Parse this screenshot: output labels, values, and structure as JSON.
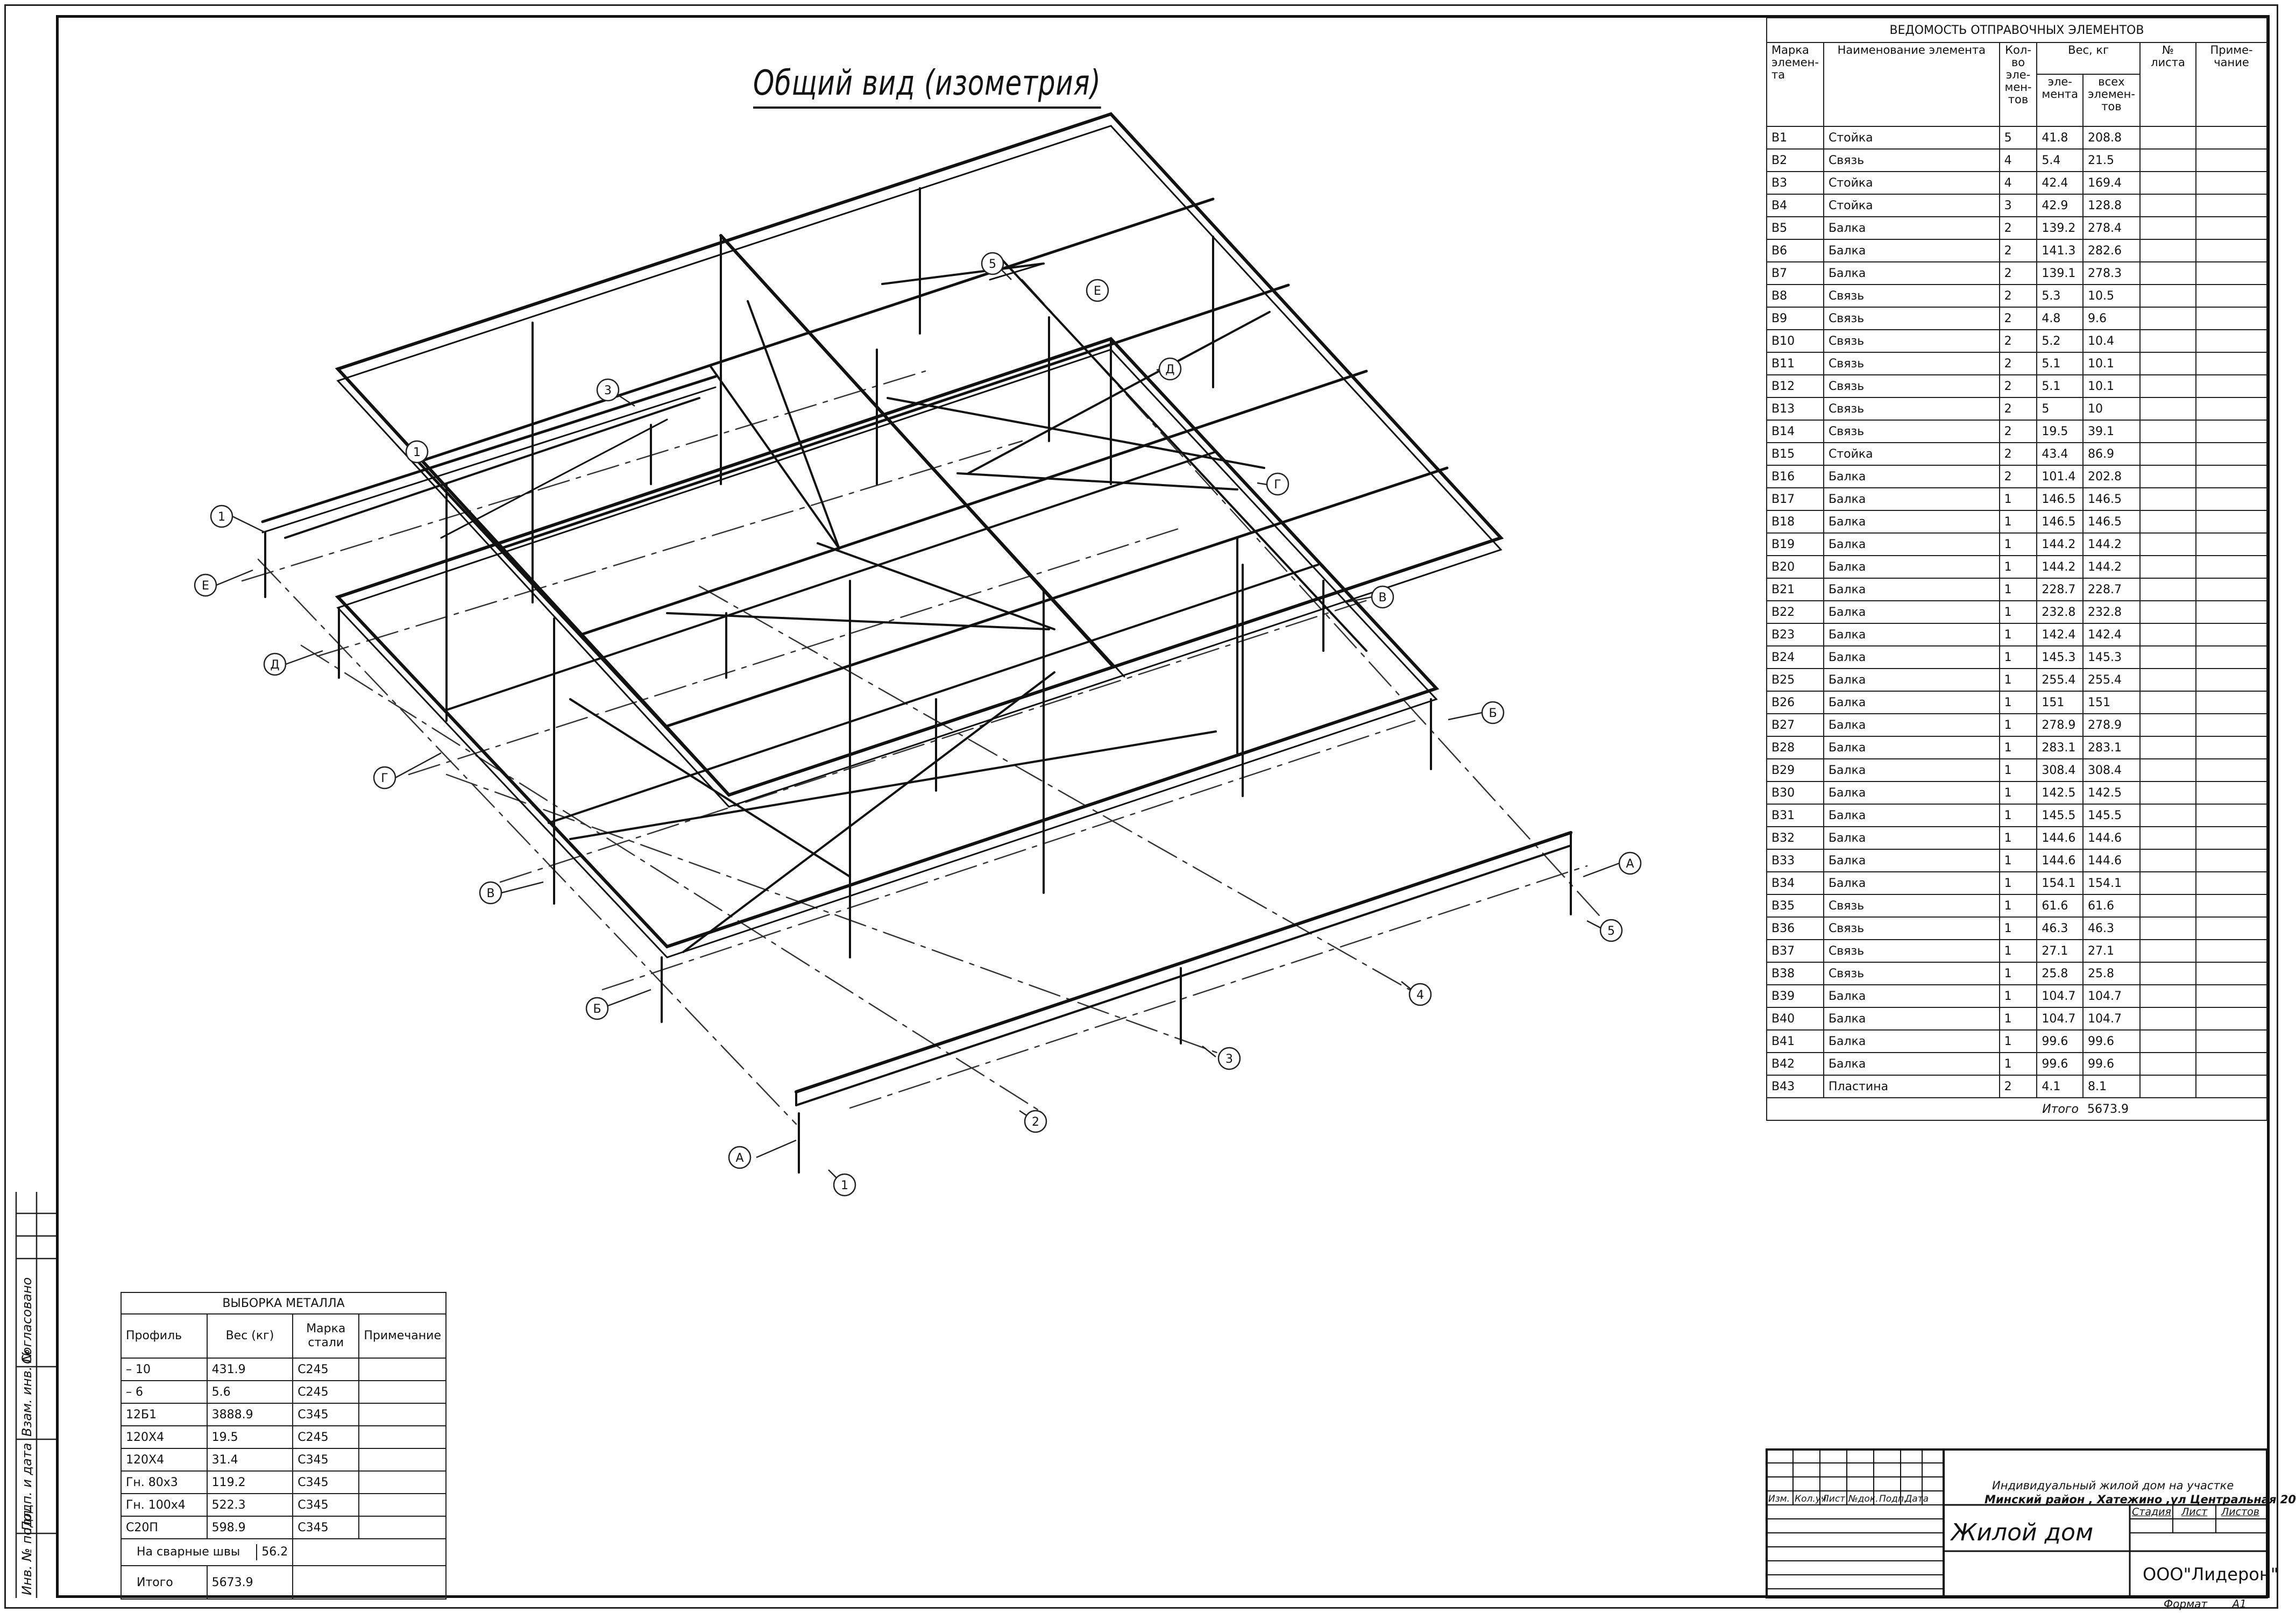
{
  "drawing_title": "Общий вид (изометрия)",
  "axis_labels": {
    "letters": [
      "А",
      "Б",
      "В",
      "Г",
      "Д",
      "Е"
    ],
    "numbers": [
      "1",
      "2",
      "3",
      "4",
      "5"
    ],
    "mark_a_right": "А",
    "mark_b_right": "Б",
    "mark_v_right": "В",
    "mark_g_inner": "Г",
    "mark_d_inner": "Д",
    "mark_e_inner": "Е",
    "mark_5_top": "5",
    "mark_3_top": "3",
    "mark_1_top": "1"
  },
  "spec_table": {
    "caption": "ВЕДОМОСТЬ ОТПРАВОЧНЫХ ЭЛЕМЕНТОВ",
    "headers": {
      "mark": "Марка элемен- та",
      "name": "Наименование элемента",
      "qty": "Кол-во эле- мен- тов",
      "weight": "Вес, кг",
      "weight_el": "эле- мента",
      "weight_all": "всех элемен- тов",
      "sheet": "№ листа",
      "note": "Приме- чание"
    },
    "rows": [
      [
        "В1",
        "Стойка",
        "5",
        "41.8",
        "208.8"
      ],
      [
        "В2",
        "Связь",
        "4",
        "5.4",
        "21.5"
      ],
      [
        "В3",
        "Стойка",
        "4",
        "42.4",
        "169.4"
      ],
      [
        "В4",
        "Стойка",
        "3",
        "42.9",
        "128.8"
      ],
      [
        "В5",
        "Балка",
        "2",
        "139.2",
        "278.4"
      ],
      [
        "В6",
        "Балка",
        "2",
        "141.3",
        "282.6"
      ],
      [
        "В7",
        "Балка",
        "2",
        "139.1",
        "278.3"
      ],
      [
        "В8",
        "Связь",
        "2",
        "5.3",
        "10.5"
      ],
      [
        "В9",
        "Связь",
        "2",
        "4.8",
        "9.6"
      ],
      [
        "В10",
        "Связь",
        "2",
        "5.2",
        "10.4"
      ],
      [
        "В11",
        "Связь",
        "2",
        "5.1",
        "10.1"
      ],
      [
        "В12",
        "Связь",
        "2",
        "5.1",
        "10.1"
      ],
      [
        "В13",
        "Связь",
        "2",
        "5",
        "10"
      ],
      [
        "В14",
        "Связь",
        "2",
        "19.5",
        "39.1"
      ],
      [
        "В15",
        "Стойка",
        "2",
        "43.4",
        "86.9"
      ],
      [
        "В16",
        "Балка",
        "2",
        "101.4",
        "202.8"
      ],
      [
        "В17",
        "Балка",
        "1",
        "146.5",
        "146.5"
      ],
      [
        "В18",
        "Балка",
        "1",
        "146.5",
        "146.5"
      ],
      [
        "В19",
        "Балка",
        "1",
        "144.2",
        "144.2"
      ],
      [
        "В20",
        "Балка",
        "1",
        "144.2",
        "144.2"
      ],
      [
        "В21",
        "Балка",
        "1",
        "228.7",
        "228.7"
      ],
      [
        "В22",
        "Балка",
        "1",
        "232.8",
        "232.8"
      ],
      [
        "В23",
        "Балка",
        "1",
        "142.4",
        "142.4"
      ],
      [
        "В24",
        "Балка",
        "1",
        "145.3",
        "145.3"
      ],
      [
        "В25",
        "Балка",
        "1",
        "255.4",
        "255.4"
      ],
      [
        "В26",
        "Балка",
        "1",
        "151",
        "151"
      ],
      [
        "В27",
        "Балка",
        "1",
        "278.9",
        "278.9"
      ],
      [
        "В28",
        "Балка",
        "1",
        "283.1",
        "283.1"
      ],
      [
        "В29",
        "Балка",
        "1",
        "308.4",
        "308.4"
      ],
      [
        "В30",
        "Балка",
        "1",
        "142.5",
        "142.5"
      ],
      [
        "В31",
        "Балка",
        "1",
        "145.5",
        "145.5"
      ],
      [
        "В32",
        "Балка",
        "1",
        "144.6",
        "144.6"
      ],
      [
        "В33",
        "Балка",
        "1",
        "144.6",
        "144.6"
      ],
      [
        "В34",
        "Балка",
        "1",
        "154.1",
        "154.1"
      ],
      [
        "В35",
        "Связь",
        "1",
        "61.6",
        "61.6"
      ],
      [
        "В36",
        "Связь",
        "1",
        "46.3",
        "46.3"
      ],
      [
        "В37",
        "Связь",
        "1",
        "27.1",
        "27.1"
      ],
      [
        "В38",
        "Связь",
        "1",
        "25.8",
        "25.8"
      ],
      [
        "В39",
        "Балка",
        "1",
        "104.7",
        "104.7"
      ],
      [
        "В40",
        "Балка",
        "1",
        "104.7",
        "104.7"
      ],
      [
        "В41",
        "Балка",
        "1",
        "99.6",
        "99.6"
      ],
      [
        "В42",
        "Балка",
        "1",
        "99.6",
        "99.6"
      ],
      [
        "В43",
        "Пластина",
        "2",
        "4.1",
        "8.1"
      ]
    ],
    "total_label": "Итого",
    "total_value": "5673.9"
  },
  "metal_table": {
    "caption": "ВЫБОРКА МЕТАЛЛА",
    "headers": {
      "profile": "Профиль",
      "weight": "Вес (кг)",
      "steel": "Марка стали",
      "note": "Примечание"
    },
    "rows": [
      [
        "– 10",
        "431.9",
        "С245"
      ],
      [
        "– 6",
        "5.6",
        "С245"
      ],
      [
        "12Б1",
        "3888.9",
        "С345"
      ],
      [
        "120Х4",
        "19.5",
        "С245"
      ],
      [
        "120Х4",
        "31.4",
        "С345"
      ],
      [
        "Гн. 80х3",
        "119.2",
        "С345"
      ],
      [
        "Гн. 100х4",
        "522.3",
        "С345"
      ],
      [
        "С20П",
        "598.9",
        "С345"
      ]
    ],
    "welds_label": "На сварные швы",
    "welds_value": "56.2",
    "total_label": "Итого",
    "total_value": "5673.9"
  },
  "side_labels": [
    "Согласовано",
    "Взам. инв. №",
    "Подп. и дата",
    "Инв. № подл."
  ],
  "stamp": {
    "cols": [
      "Изм.",
      "Кол.уч",
      "Лист",
      "№док.",
      "Подп.",
      "Дата"
    ],
    "project_line1": "Индивидуальный жилой дом на участке",
    "project_line2": "Минский район , Хатежино ,ул Центральная 20",
    "title": "Жилой дом",
    "stage_label": "Стадия",
    "sheet_label": "Лист",
    "sheets_label": "Листов",
    "company": "ООО\"Лидерон\"",
    "format_label": "Формат",
    "format_value": "А1"
  }
}
